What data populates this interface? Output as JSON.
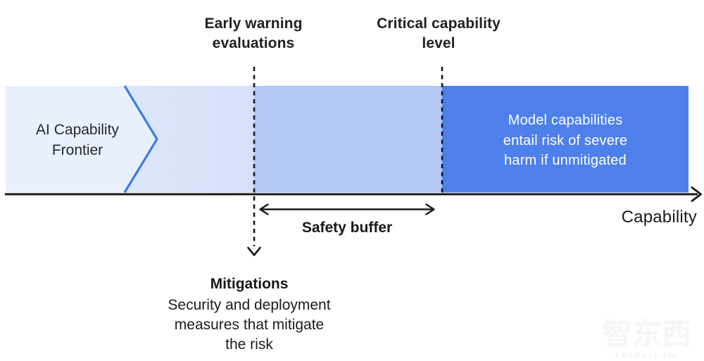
{
  "diagram": {
    "frontier": {
      "line1": "AI Capability",
      "line2": "Frontier"
    },
    "early_warning": {
      "line1": "Early warning",
      "line2": "evaluations"
    },
    "critical_level": {
      "line1": "Critical capability",
      "line2": "level"
    },
    "risk_text": {
      "line1": "Model capabilities",
      "line2": "entail risk of severe",
      "line3": "harm if unmitigated"
    },
    "safety_buffer_label": "Safety buffer",
    "axis_label": "Capability",
    "mitigations": {
      "title": "Mitigations",
      "line1": "Security and deployment",
      "line2": "measures that mitigate",
      "line3": "the risk"
    },
    "colors": {
      "band_pre_frontier": "#e9f0fd",
      "band_light_start": "#e3ecfc",
      "band_light_end": "#d5e1fa",
      "band_buffer": "#b2c9f4",
      "band_critical": "#4e80eb",
      "frontier_chevron_stroke": "#3c79e8",
      "ink": "#17181a"
    },
    "watermark": {
      "text": "智东西",
      "subtext": "zhidx.com"
    }
  }
}
